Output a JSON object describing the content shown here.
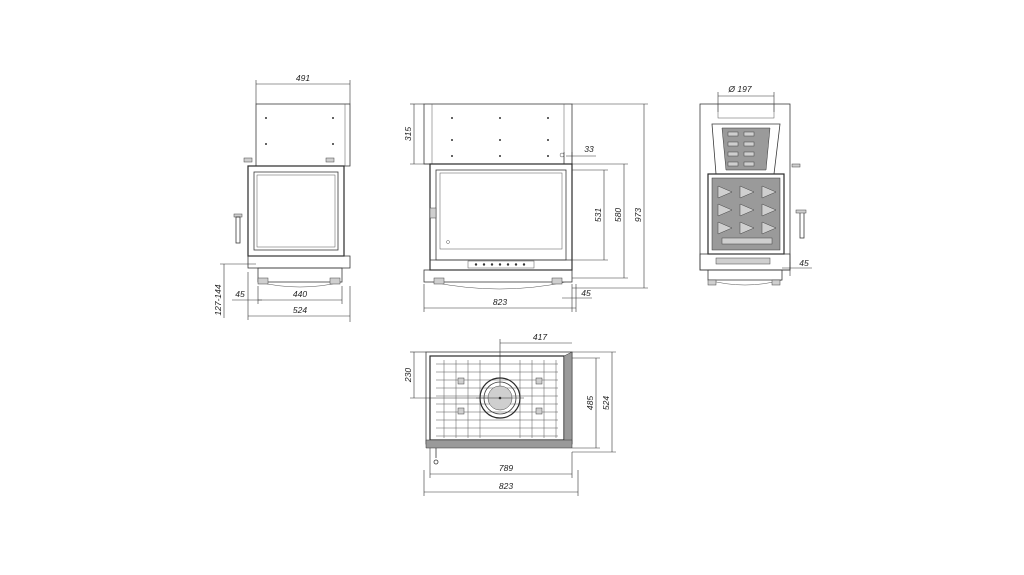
{
  "views": {
    "front_left": {
      "dims": {
        "top_width": "491",
        "left_height": "127-144",
        "foot_offset": "45",
        "base_inner": "440",
        "base_total": "524"
      }
    },
    "front_main": {
      "dims": {
        "top_height": "315",
        "side_step": "33",
        "glass_height": "531",
        "door_height": "580",
        "total_height": "973",
        "foot_offset": "45",
        "total_width": "823"
      }
    },
    "side_right": {
      "dims": {
        "flue_diameter": "Ø 197",
        "foot_offset": "45"
      }
    },
    "plan_top": {
      "dims": {
        "flue_offset_x": "417",
        "flue_offset_y": "230",
        "inner_depth": "485",
        "total_depth": "524",
        "inner_width": "789",
        "total_width": "823"
      }
    }
  }
}
